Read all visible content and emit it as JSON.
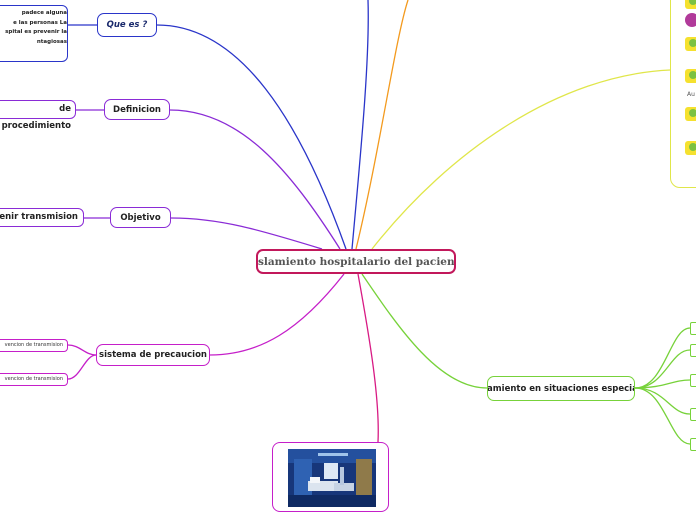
{
  "central": {
    "label": "Aislamiento hospitalario del paciente"
  },
  "branches": {
    "que_es": {
      "label": "Que es ?",
      "detail_lines": [
        "padece alguna",
        "e las personas La",
        "spital es prevenir la",
        "ntagiosas"
      ]
    },
    "definicion": {
      "label": "Definicion",
      "detail": "de procedimiento"
    },
    "objetivo": {
      "label": "Objetivo",
      "detail": "venir transmision"
    },
    "sistema": {
      "label": "sistema de precaucion",
      "details": [
        "vencion de transmision",
        "vencion de transmision"
      ]
    },
    "especiales": {
      "label": "aislamiento en situaciones especiales"
    },
    "right_panel": {
      "text": "Au"
    }
  },
  "colors": {
    "central": "#c2185b",
    "que_es": "#2a35c9",
    "definicion": "#8a2bd6",
    "objetivo": "#8a2bd6",
    "sistema": "#c51fc9",
    "especiales": "#77d23a",
    "top_blue": "#2a35c9",
    "top_orange": "#f39a1e",
    "yellow": "#e0e64a",
    "image_link": "#d81b84"
  }
}
